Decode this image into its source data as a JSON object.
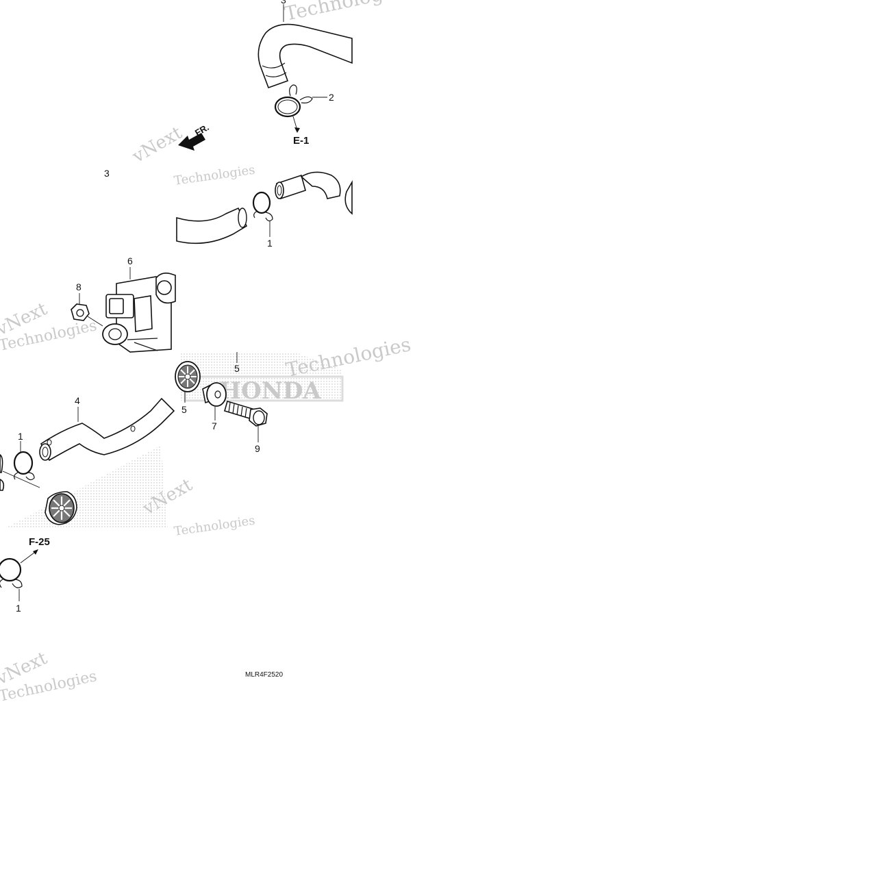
{
  "diagram": {
    "drawing_code": "MLR4F2520",
    "direction_label": "FR.",
    "watermark_lines": [
      "vNext",
      "Technologies",
      "HONDA"
    ],
    "callouts": [
      "3",
      "2",
      "1",
      "6",
      "8",
      "5",
      "5",
      "4",
      "1",
      "7",
      "9",
      "1",
      "3"
    ],
    "refs": [
      "E-1",
      "F-25"
    ]
  }
}
